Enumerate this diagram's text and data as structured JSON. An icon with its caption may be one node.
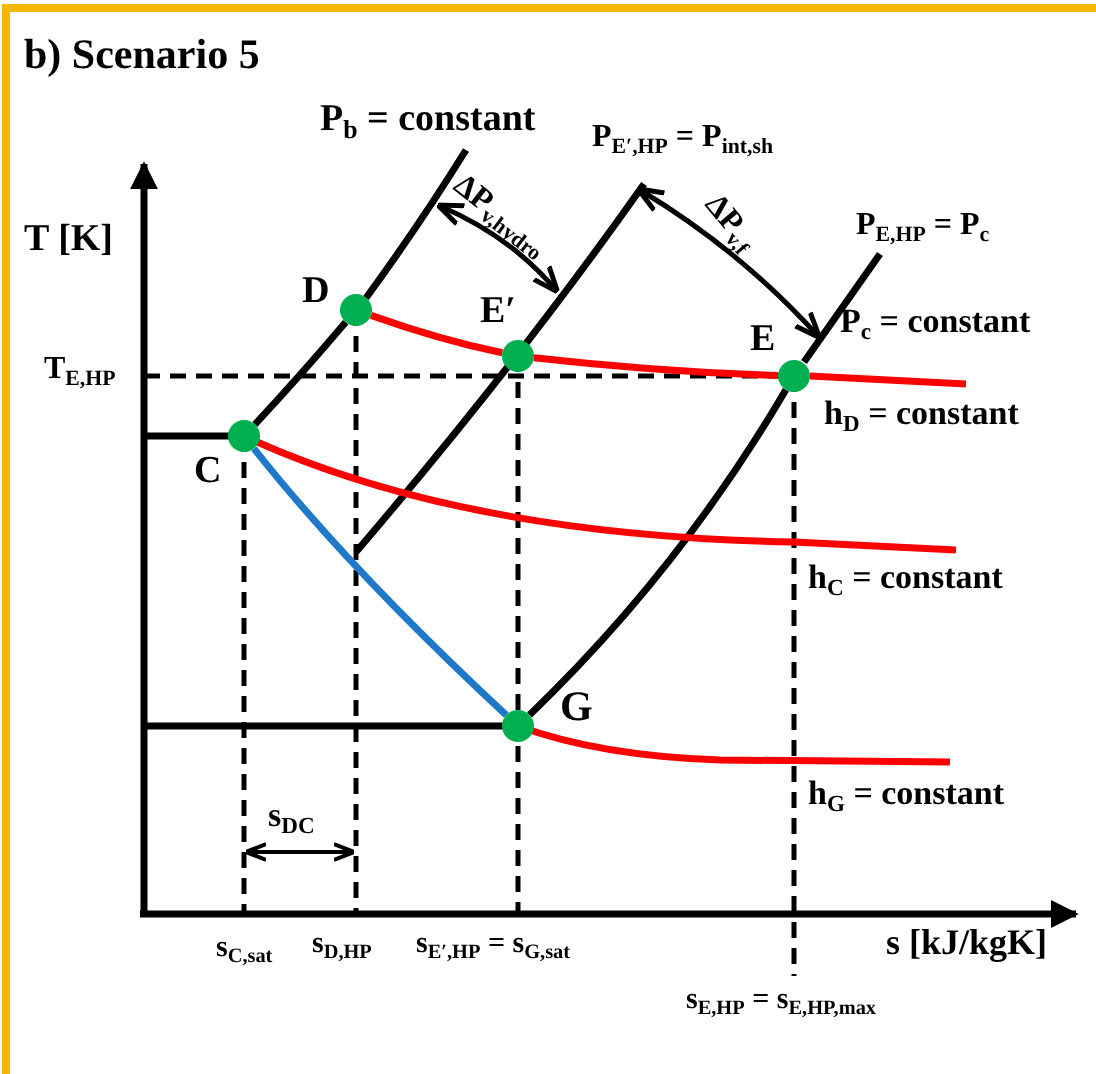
{
  "diagram": {
    "title": "b) Scenario 5",
    "nodes": [
      {
        "text": [
          "D"
        ]
      },
      {
        "text": [
          "E′"
        ]
      },
      {
        "text": [
          "E"
        ]
      },
      {
        "text": [
          "C"
        ]
      },
      {
        "text": [
          "G"
        ]
      }
    ],
    "edges": [
      {
        "from": 0,
        "to": 1,
        "arrow": "none",
        "color": "#ff0000"
      },
      {
        "from": 1,
        "to": 2,
        "arrow": "none",
        "color": "#ff0000"
      },
      {
        "from": 3,
        "to": 0,
        "arrow": "none",
        "color": "#000000"
      },
      {
        "from": 3,
        "to": 4,
        "arrow": "none",
        "color": "#1f78c8"
      },
      {
        "from": 4,
        "to": 2,
        "arrow": "none",
        "color": "#000000"
      }
    ],
    "labels": [
      "P$_{b}$ = constant",
      "P$_{E′,HP}$ = P$_{int,sh}$",
      "T [K]",
      "ΔP$_{v,hydro}$",
      "ΔP$_{v,f}$",
      "P$_{E,HP}$ = P$_{c}$",
      "P$_{c}$ = constant",
      "T$_{E,HP}$",
      "h$_{D}$ = constant",
      "h$_{C}$ = constant",
      "h$_{G}$ = constant",
      "s$_{DC}$",
      "s$_{C,sat}$",
      "s$_{D,HP}$",
      "s$_{E′,HP}$ = s$_{G,sat}$",
      "s [kJ/kgK]",
      "s$_{E,HP}$ = s$_{E,HP,max}$"
    ]
  }
}
